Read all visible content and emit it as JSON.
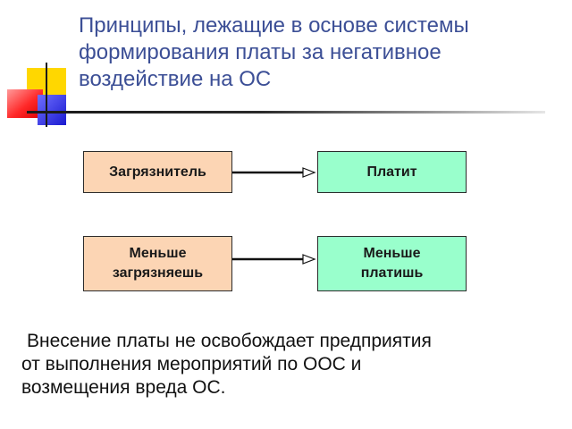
{
  "slide": {
    "title_lines": [
      "Принципы, лежащие в основе системы",
      "формирования платы за негативное",
      "воздействие на ОС"
    ],
    "nodes": [
      {
        "id": "n1",
        "label": "Загрязнитель"
      },
      {
        "id": "n2",
        "label": "Платит"
      },
      {
        "id": "n3",
        "label": "Меньше\nзагрязняешь"
      },
      {
        "id": "n4",
        "label": "Меньше\nплатишь"
      }
    ],
    "edges": [
      {
        "from": "n1",
        "to": "n2"
      },
      {
        "from": "n3",
        "to": "n4"
      }
    ],
    "note_lines": [
      "Внесение платы не освобождает предприятия",
      "от выполнения мероприятий по ООС и",
      "возмещения вреда ОС."
    ]
  },
  "colors": {
    "title": "#3c4f96",
    "source_box": "#fcd5b4",
    "target_box": "#99ffcc",
    "deco_yellow": "#ffd700",
    "deco_red": "#ff2828",
    "deco_blue": "#3a3ae6"
  },
  "decoration": {
    "icon": "corner-squares-icon"
  }
}
